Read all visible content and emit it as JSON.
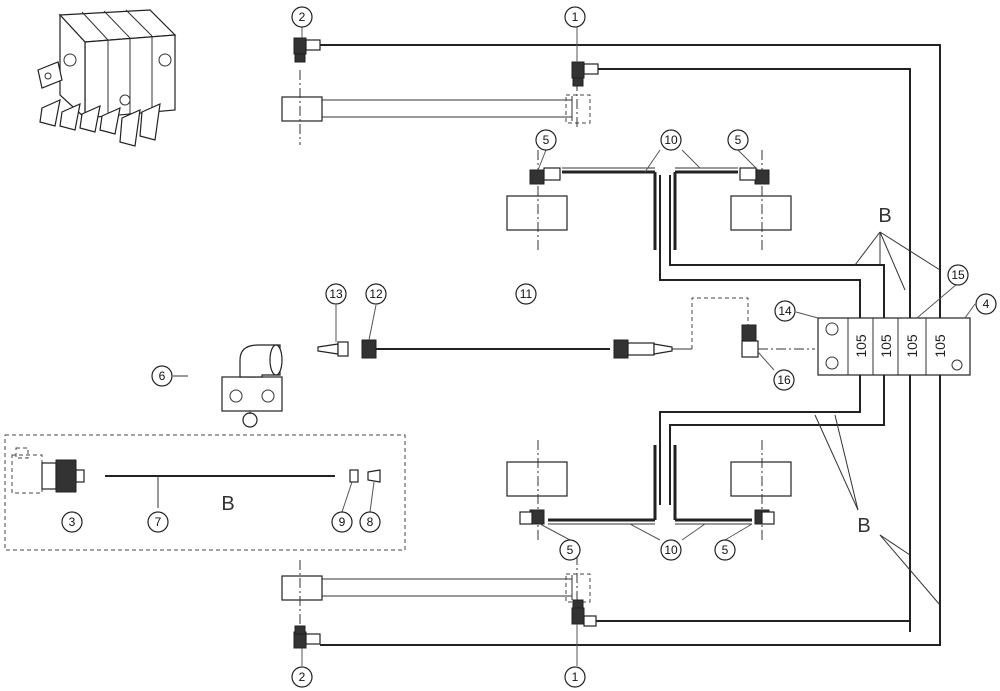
{
  "callouts": [
    "1",
    "2",
    "3",
    "4",
    "5",
    "6",
    "7",
    "8",
    "9",
    "10",
    "11",
    "12",
    "13",
    "14",
    "15",
    "16"
  ],
  "valve_label": "105",
  "hose_label": "B"
}
